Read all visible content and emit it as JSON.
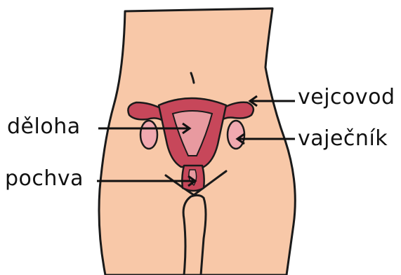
{
  "labels": {
    "uterus": "děloha",
    "vagina": "pochva",
    "fallopian_tube": "vejcovod",
    "ovary": "vaječník"
  },
  "icons": {
    "body": "lower-torso-illustration",
    "organ": "female-reproductive-system-icon"
  },
  "colors": {
    "skin": "#f8c8a8",
    "skin_outline": "#1a1a1a",
    "organ_dark": "#c7475a",
    "organ_light": "#e89aa0",
    "ovary": "#f1a9b0",
    "line": "#111111",
    "text": "#111111"
  }
}
